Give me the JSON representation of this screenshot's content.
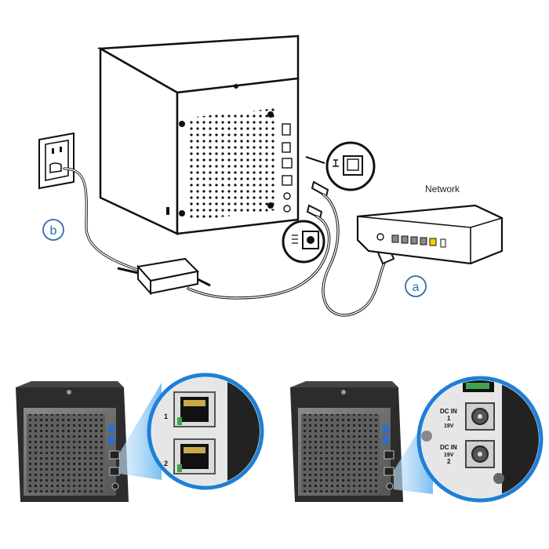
{
  "labels": {
    "network": "Network",
    "callout_a": "a",
    "callout_b": "b",
    "dc_in_1": "DC IN",
    "dc_in_1_volt": "19V",
    "dc_in_2": "DC IN",
    "dc_in_2_volt": "19V",
    "port_1_num": "1",
    "port_2_num": "2",
    "dc_1_num": "1",
    "dc_2_num": "2"
  },
  "colors": {
    "line": "#111111",
    "callout": "#2f6db0",
    "device_dark": "#2b2b2b",
    "device_panel": "#6b6b6b",
    "zoom_ring": "#1e7fd6",
    "zoom_beam": "#7cc3f2"
  },
  "icons": [
    "power-outlet-icon",
    "ethernet-port-icon",
    "dc-jack-icon",
    "power-adapter-icon",
    "router-icon",
    "nas-device-icon"
  ]
}
